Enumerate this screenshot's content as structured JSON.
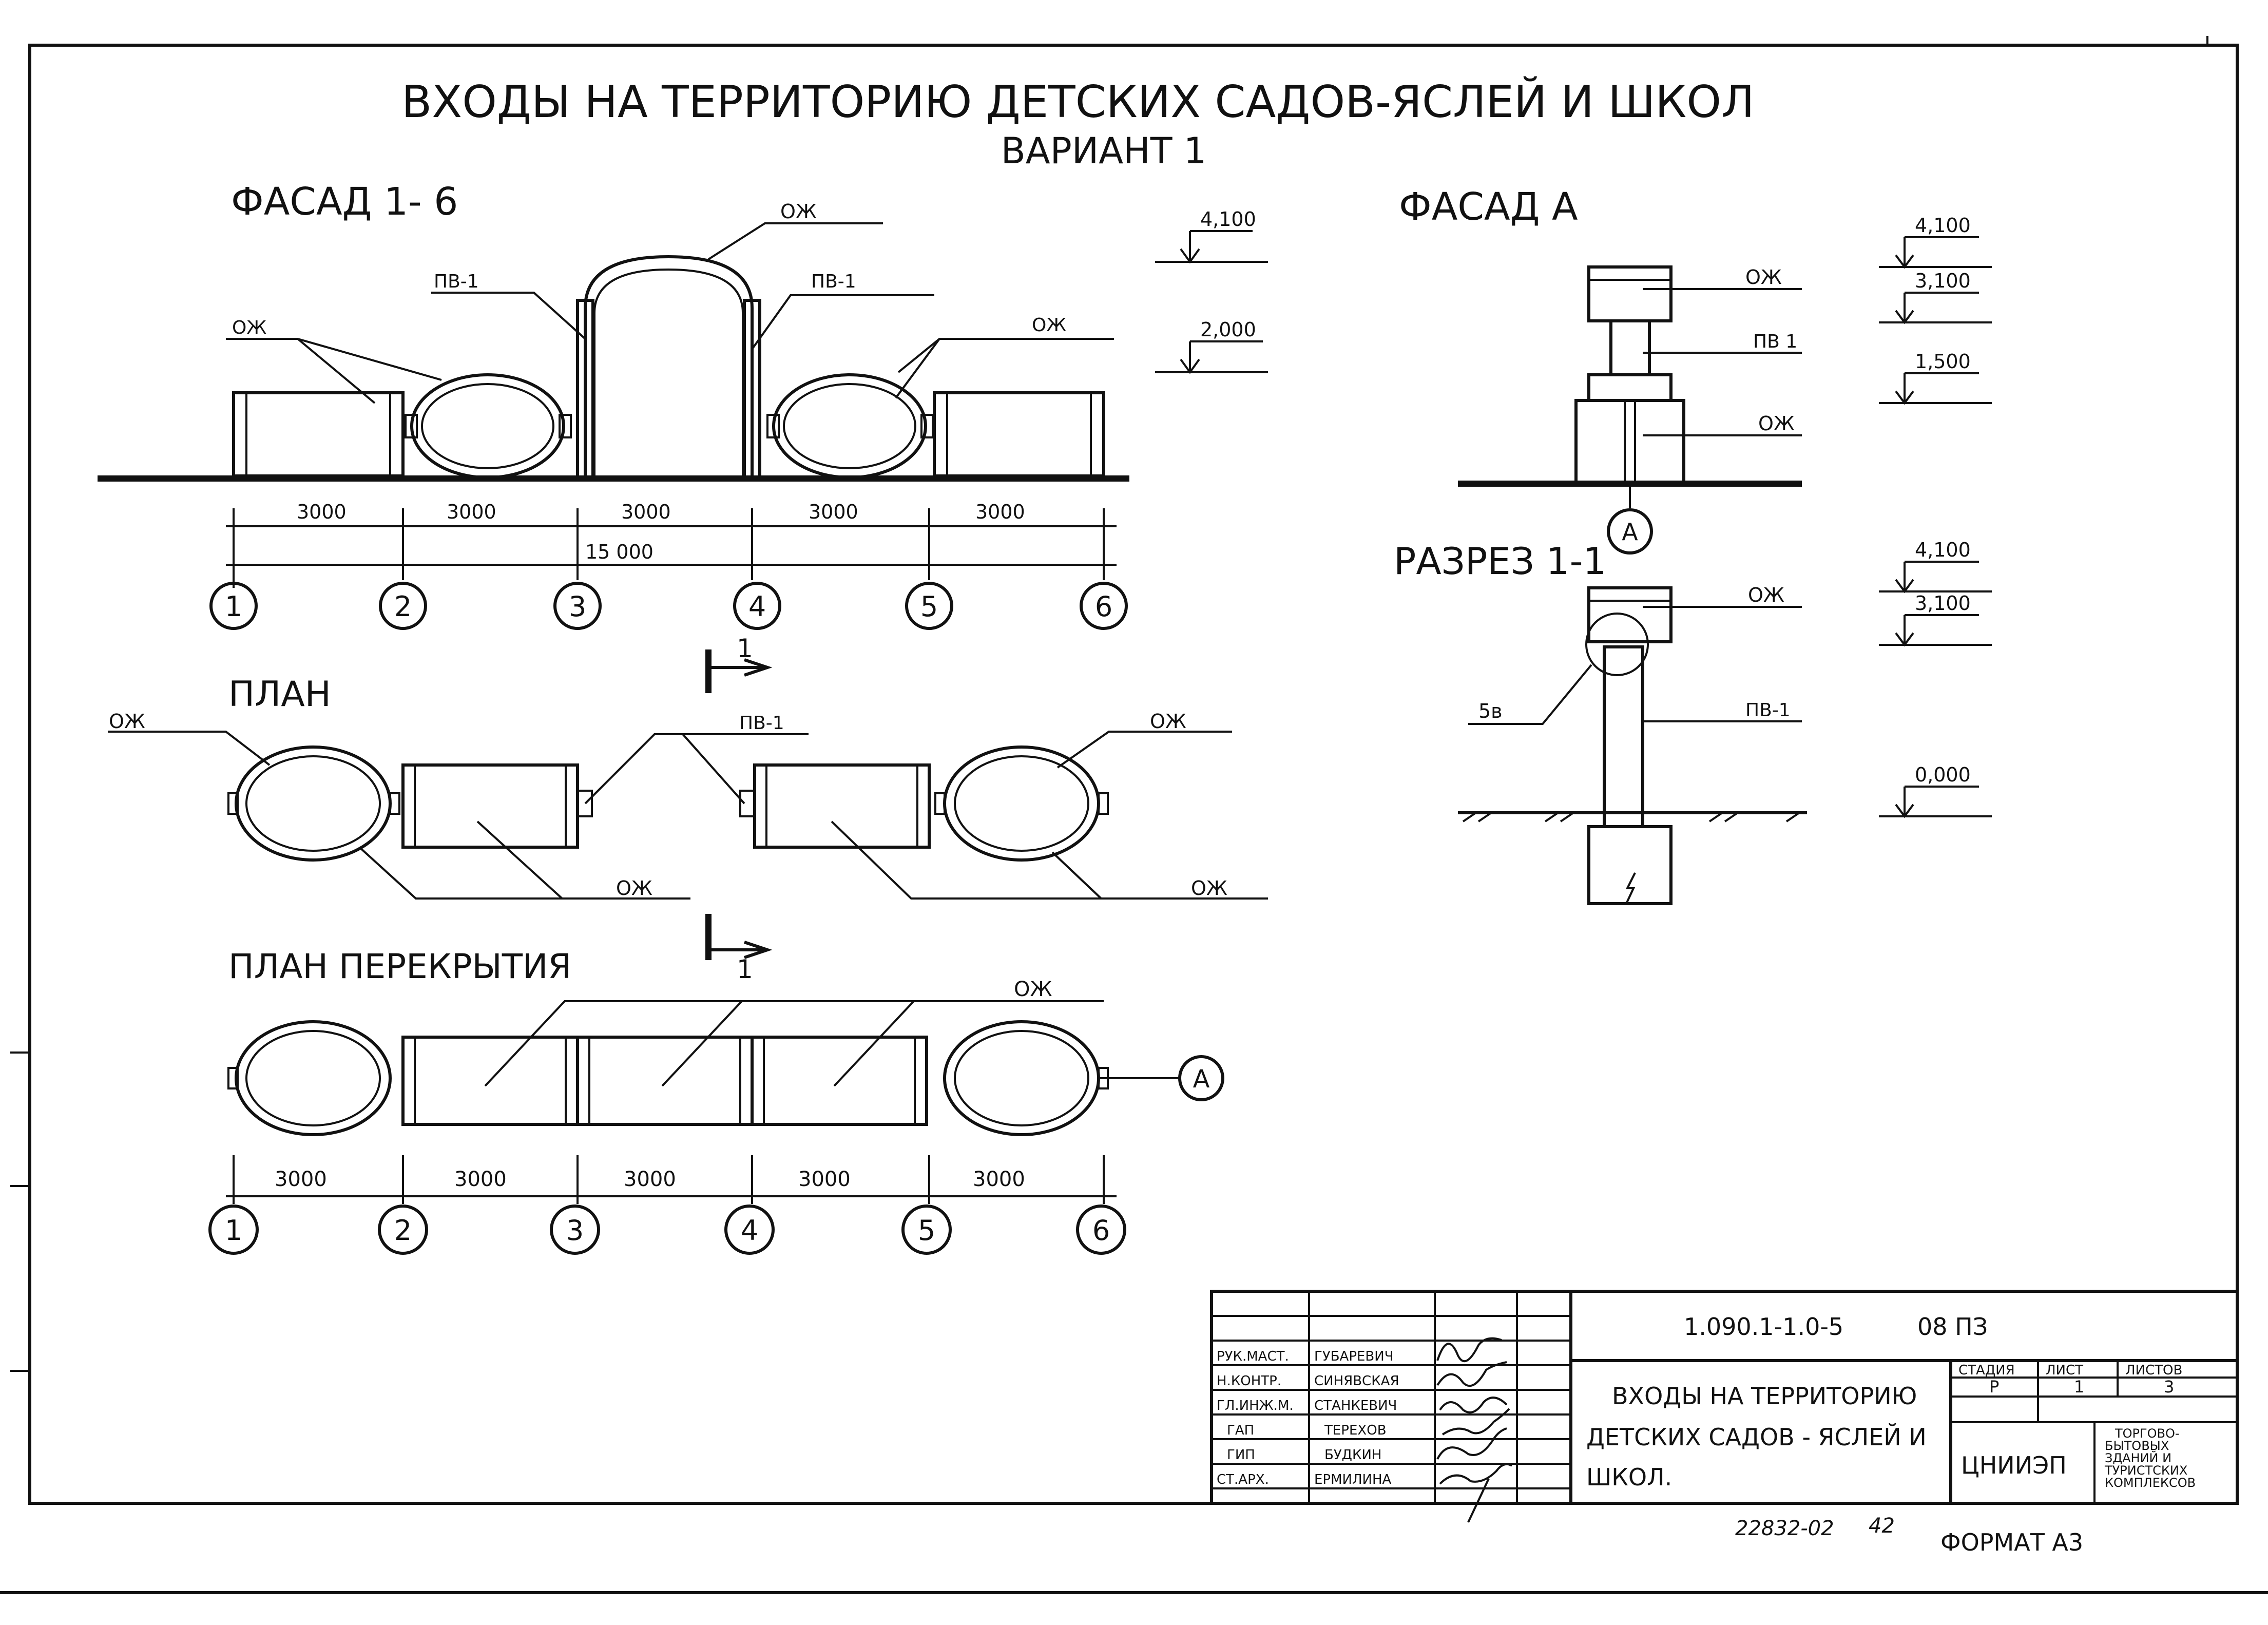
{
  "title": {
    "line1": "ВХОДЫ НА ТЕРРИТОРИЮ ДЕТСКИХ САДОВ-ЯСЛЕЙ И ШКОЛ",
    "line2": "ВАРИАНТ 1"
  },
  "facade16": {
    "heading": "ФАСАД 1- 6",
    "labels": {
      "ozh_top": "ОЖ",
      "pv_left": "ПВ-1",
      "pv_right": "ПВ-1",
      "ozh_left": "ОЖ",
      "ozh_right": "ОЖ"
    },
    "levels": [
      "4,100",
      "2,000"
    ]
  },
  "dims": {
    "spans": [
      "3000",
      "3000",
      "3000",
      "3000",
      "3000"
    ],
    "total": "15 000",
    "axes": [
      "1",
      "2",
      "3",
      "4",
      "5",
      "6"
    ]
  },
  "plan": {
    "heading": "ПЛАН",
    "labels": {
      "ozh_tl": "ОЖ",
      "pv": "ПВ-1",
      "ozh_tr": "ОЖ",
      "ozh_bc": "ОЖ",
      "ozh_br": "ОЖ"
    },
    "section_mark": "1"
  },
  "plan_overlap": {
    "heading": "ПЛАН ПЕРЕКРЫТИЯ",
    "label_ozh": "ОЖ",
    "node": "А"
  },
  "facadeA": {
    "heading": "ФАСАД А",
    "labels": {
      "ozh_top": "ОЖ",
      "pv": "ПВ 1",
      "ozh_bot": "ОЖ"
    },
    "levels": [
      "4,100",
      "3,100",
      "1,500"
    ],
    "node": "А"
  },
  "section": {
    "heading": "РАЗРЕЗ 1-1",
    "labels": {
      "ozh": "ОЖ",
      "pv": "ПВ-1",
      "node": "5в"
    },
    "levels": [
      "4,100",
      "3,100",
      "0,000"
    ]
  },
  "stamp": {
    "roles": [
      "РУК.МАСТ.",
      "Н.КОНТР.",
      "ГЛ.ИНЖ.М.",
      "ГАП",
      "ГИП",
      "СТ.АРХ."
    ],
    "names": [
      "ГУБАРЕВИЧ",
      "СИНЯВСКАЯ",
      "СТАНКЕВИЧ",
      "ТЕРЕХОВ",
      "БУДКИН",
      "ЕРМИЛИНА"
    ],
    "doc_code": "1.090.1-1.0-5",
    "doc_suffix": "08 ПЗ",
    "title_lines": [
      "ВХОДЫ НА ТЕРРИТОРИЮ",
      "ДЕТСКИХ САДОВ - ЯСЛЕЙ И",
      "ШКОЛ."
    ],
    "stage_head": "СТАДИЯ",
    "sheet_head": "ЛИСТ",
    "sheets_head": "ЛИСТОВ",
    "stage": "Р",
    "sheet": "1",
    "sheets": "3",
    "org": "ЦНИИЭП",
    "org_desc": [
      "ТОРГОВО-",
      "БЫТОВЫХ",
      "ЗДАНИЙ И",
      "ТУРИСТСКИХ",
      "КОМПЛЕКСОВ"
    ]
  },
  "footer": {
    "inventory": "22832-02",
    "page": "42",
    "format": "ФОРМАТ А3"
  }
}
